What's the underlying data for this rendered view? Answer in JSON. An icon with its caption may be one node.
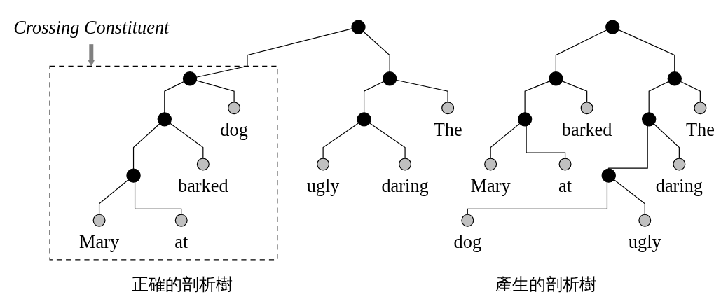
{
  "diagram": {
    "nodes": [
      {
        "text": [],
        "shape": "circle"
      },
      {
        "text": [],
        "shape": "circle"
      },
      {
        "text": [],
        "shape": "circle"
      },
      {
        "text": [
          "The"
        ]
      },
      {
        "text": [],
        "shape": "circle"
      },
      {
        "text": [
          "daring"
        ]
      },
      {
        "text": [],
        "shape": "circle"
      },
      {
        "text": [
          "ugly"
        ]
      },
      {
        "text": [
          "dog"
        ]
      },
      {
        "text": [
          "barked"
        ]
      },
      {
        "text": [],
        "shape": "circle"
      },
      {
        "text": [
          "at"
        ]
      },
      {
        "text": [
          "Mary"
        ]
      },
      {
        "text": [],
        "shape": "circle"
      },
      {
        "text": [],
        "shape": "circle"
      },
      {
        "text": [
          "The"
        ]
      },
      {
        "text": [],
        "shape": "circle"
      },
      {
        "text": [
          "daring"
        ]
      },
      {
        "text": [
          "ugly"
        ]
      },
      {
        "text": [],
        "shape": "box"
      },
      {
        "text": [],
        "shape": "circle",
        "in": 19
      },
      {
        "text": [
          "dog"
        ],
        "in": 19
      },
      {
        "text": [],
        "shape": "circle",
        "in": 19
      },
      {
        "text": [
          "barked"
        ],
        "in": 19
      },
      {
        "text": [],
        "shape": "circle",
        "in": 19
      },
      {
        "text": [
          "at"
        ],
        "in": 19
      },
      {
        "text": [
          "Mary"
        ],
        "in": 19
      },
      {
        "text": [
          "Crossing Constituent"
        ]
      }
    ],
    "edges": [
      {
        "from": 0,
        "to": 1,
        "arrow": "none"
      },
      {
        "from": 0,
        "to": 2,
        "arrow": "none"
      },
      {
        "from": 1,
        "to": 3,
        "arrow": "none"
      },
      {
        "from": 1,
        "to": 4,
        "arrow": "none"
      },
      {
        "from": 4,
        "to": 5,
        "arrow": "none"
      },
      {
        "from": 4,
        "to": 6,
        "arrow": "none"
      },
      {
        "from": 6,
        "to": 7,
        "arrow": "none"
      },
      {
        "from": 6,
        "to": 8,
        "arrow": "none"
      },
      {
        "from": 2,
        "to": 9,
        "arrow": "none"
      },
      {
        "from": 2,
        "to": 10,
        "arrow": "none"
      },
      {
        "from": 10,
        "to": 11,
        "arrow": "none"
      },
      {
        "from": 10,
        "to": 12,
        "arrow": "none"
      },
      {
        "from": 13,
        "to": 14,
        "arrow": "none"
      },
      {
        "from": 13,
        "to": 20,
        "arrow": "none"
      },
      {
        "from": 14,
        "to": 15,
        "arrow": "none"
      },
      {
        "from": 14,
        "to": 16,
        "arrow": "none"
      },
      {
        "from": 16,
        "to": 17,
        "arrow": "none"
      },
      {
        "from": 16,
        "to": 18,
        "arrow": "none"
      },
      {
        "from": 20,
        "to": 21,
        "arrow": "none"
      },
      {
        "from": 20,
        "to": 22,
        "arrow": "none"
      },
      {
        "from": 22,
        "to": 23,
        "arrow": "none"
      },
      {
        "from": 22,
        "to": 24,
        "arrow": "none"
      },
      {
        "from": 24,
        "to": 25,
        "arrow": "none"
      },
      {
        "from": 24,
        "to": 26,
        "arrow": "none"
      },
      {
        "from": 27,
        "to": 19,
        "arrow": "to",
        "style": "thick",
        "color": "#808080"
      }
    ],
    "labels": [
      "正確的剖析樹",
      "產生的剖析樹"
    ]
  }
}
